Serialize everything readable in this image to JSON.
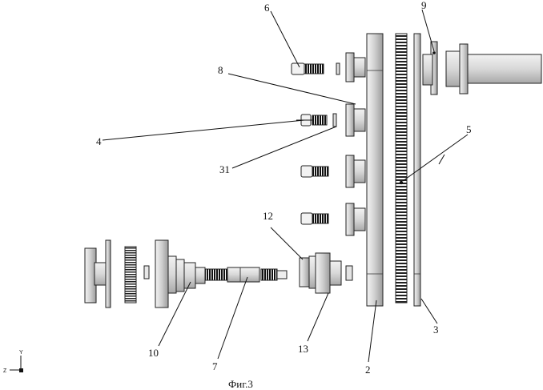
{
  "figure": {
    "caption": "Фиг.3",
    "part_labels": [
      "6",
      "9",
      "8",
      "4",
      "31",
      "5",
      "12",
      "10",
      "7",
      "13",
      "2",
      "3"
    ],
    "axis_labels": {
      "vertical": "Y",
      "horizontal": "Z"
    }
  }
}
